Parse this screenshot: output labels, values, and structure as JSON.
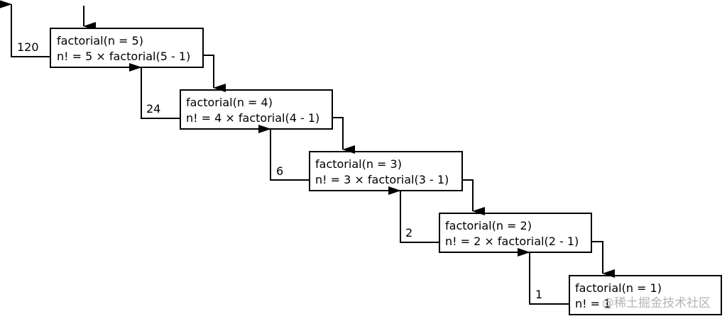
{
  "frames": [
    {
      "line1": "factorial(n = 5)",
      "line2": "n! = 5 × factorial(5 - 1)",
      "returns": "120"
    },
    {
      "line1": "factorial(n = 4)",
      "line2": "n! = 4 × factorial(4 - 1)",
      "returns": "24"
    },
    {
      "line1": "factorial(n = 3)",
      "line2": "n! = 3 × factorial(3 - 1)",
      "returns": "6"
    },
    {
      "line1": "factorial(n = 2)",
      "line2": "n! = 2 × factorial(2 - 1)",
      "returns": "2"
    },
    {
      "line1": "factorial(n = 1)",
      "line2": "n! = 1",
      "returns": "1"
    }
  ],
  "watermark": "@稀土掘金技术社区",
  "colors": {
    "stroke": "#000000",
    "watermark": "#b4b4b4"
  }
}
